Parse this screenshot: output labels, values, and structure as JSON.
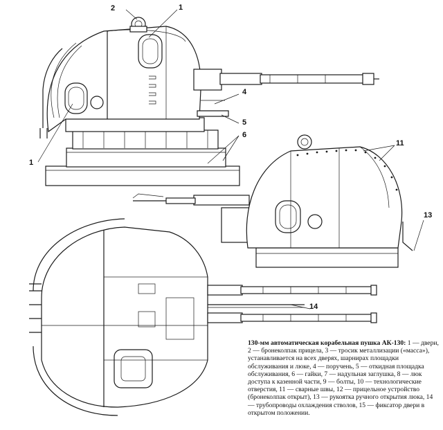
{
  "callouts": [
    {
      "id": "c2-top",
      "label": "2"
    },
    {
      "id": "c1-top",
      "label": "1"
    },
    {
      "id": "c4",
      "label": "4"
    },
    {
      "id": "c5",
      "label": "5"
    },
    {
      "id": "c6",
      "label": "6"
    },
    {
      "id": "c1-left",
      "label": "1"
    },
    {
      "id": "c11",
      "label": "11"
    },
    {
      "id": "c13",
      "label": "13"
    },
    {
      "id": "c14",
      "label": "14"
    }
  ],
  "caption": {
    "title": "130-мм автоматическая корабельная пушка АК-130:",
    "body": "1 — двери, 2 — бронеколпак прицела, 3 — тросик металлизации («масса»), устанавливается на всех дверях, шарнирах площадки обслуживания и люке, 4 — поручень, 5 — откидная площадка обслуживания, 6 — гайки, 7 — надульная заглушка, 8 — люк доступа к казенной части, 9 — болты, 10 — технологические отверстия, 11 — сварные швы, 12 — прицельное устройство (бронеколпак открыт), 13 — рукоятка ручного открытия люка, 14 — трубопроводы охлаждения стволов, 15 — фиксатор двери в открытом положении."
  }
}
